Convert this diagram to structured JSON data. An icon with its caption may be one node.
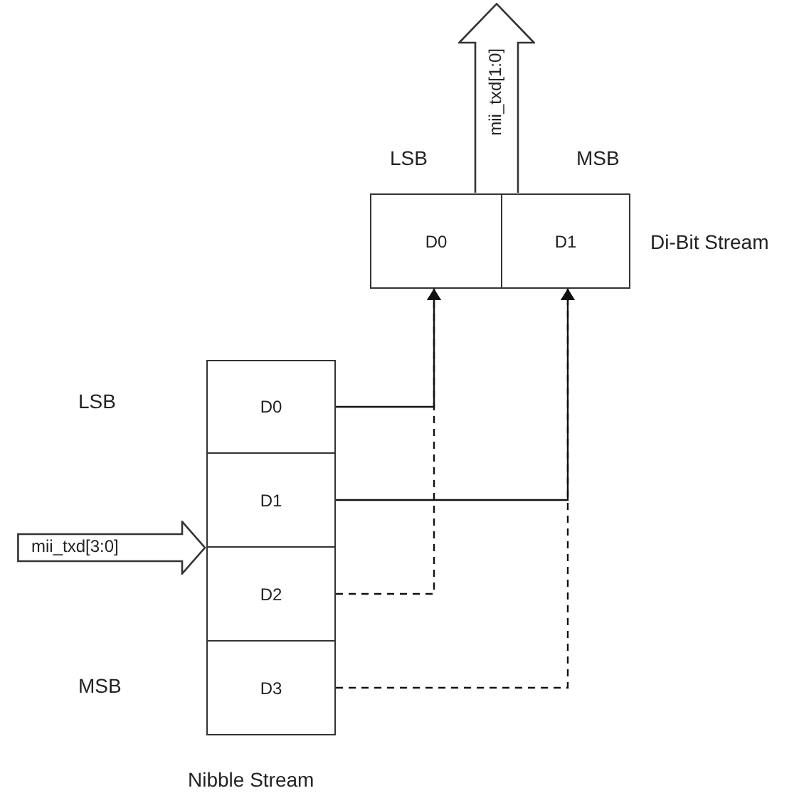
{
  "diagram": {
    "nodes": [
      {
        "text": [
          "D0"
        ]
      },
      {
        "text": [
          "D1"
        ],
        "beside": [
          "Di-Bit Stream"
        ]
      },
      {
        "text": [
          "D0"
        ]
      },
      {
        "text": [
          "D1"
        ]
      },
      {
        "text": [
          "D2"
        ]
      },
      {
        "text": [
          "D3"
        ]
      },
      {
        "text": [
          "mii_txd[3:0]"
        ]
      },
      {
        "text": [
          "mii_txd[1:0]"
        ]
      }
    ],
    "edges": [
      {
        "from": 2,
        "to": 0,
        "arrow": "to"
      },
      {
        "from": 3,
        "to": 1,
        "arrow": "to"
      },
      {
        "from": 4,
        "to": 0,
        "arrow": "to",
        "style": "dashed"
      },
      {
        "from": 5,
        "to": 1,
        "arrow": "to",
        "style": "dashed"
      }
    ],
    "labels": [
      "LSB",
      "MSB",
      "LSB",
      "MSB",
      "Nibble Stream"
    ]
  }
}
